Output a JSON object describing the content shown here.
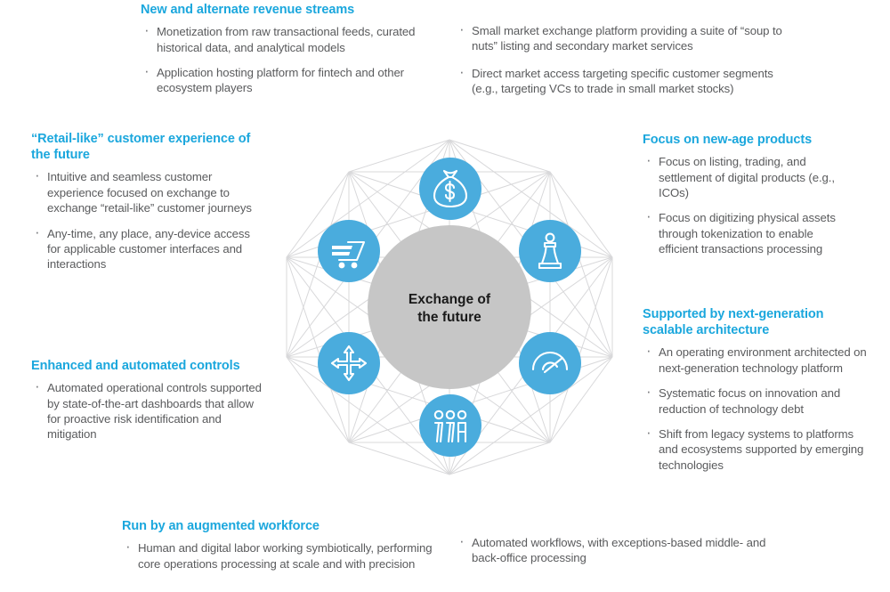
{
  "diagram": {
    "hub_label_line1": "Exchange of",
    "hub_label_line2": "the future",
    "colors": {
      "node_blue": "#4aacdd",
      "hub_gray": "#c6c6c6",
      "network_line": "#d8d8da",
      "heading_blue": "#1ba7dd",
      "body_text": "#5a5b5d"
    },
    "nodes": [
      {
        "name": "money-bag-icon",
        "position": "top"
      },
      {
        "name": "chess-queen-icon",
        "position": "upper-right"
      },
      {
        "name": "speedometer-icon",
        "position": "lower-right"
      },
      {
        "name": "three-people-icon",
        "position": "bottom"
      },
      {
        "name": "move-arrows-icon",
        "position": "lower-left"
      },
      {
        "name": "shopping-cart-icon",
        "position": "upper-left"
      }
    ]
  },
  "blocks": {
    "revenue": {
      "heading": "New and alternate revenue streams",
      "bullets": [
        "Monetization from raw transactional feeds, curated historical data, and analytical models",
        "Application hosting platform for fintech and other ecosystem players"
      ]
    },
    "revenue_right": {
      "bullets": [
        "Small market exchange platform providing a suite of “soup to nuts” listing and secondary market services",
        "Direct market access targeting specific customer segments (e.g., targeting VCs to trade in small market stocks)"
      ]
    },
    "retail": {
      "heading": "“Retail-like” customer experience of the future",
      "bullets": [
        "Intuitive and seamless customer experience focused on exchange to exchange “retail-like” customer journeys",
        "Any-time, any place, any-device access for applicable customer interfaces and interactions"
      ]
    },
    "controls": {
      "heading": "Enhanced and automated controls",
      "bullets": [
        "Automated operational controls supported by state-of-the-art dashboards that allow for proactive risk identification and mitigation"
      ]
    },
    "newage": {
      "heading": "Focus on new-age products",
      "bullets": [
        "Focus on listing, trading, and settlement of digital products (e.g., ICOs)",
        "Focus on digitizing physical assets through tokenization to enable efficient transactions processing"
      ]
    },
    "architecture": {
      "heading": "Supported by next-generation scalable architecture",
      "bullets": [
        "An operating environment architected on next-generation technology platform",
        "Systematic focus on innovation and reduction of technology debt",
        "Shift from legacy systems to platforms and ecosystems supported by emerging technologies"
      ]
    },
    "workforce": {
      "heading": "Run by an augmented workforce",
      "bullets": [
        "Human and digital labor working symbiotically, performing core operations processing at scale and with precision"
      ]
    },
    "workforce_right": {
      "bullets": [
        "Automated workflows, with exceptions-based middle- and back-office processing"
      ]
    }
  }
}
